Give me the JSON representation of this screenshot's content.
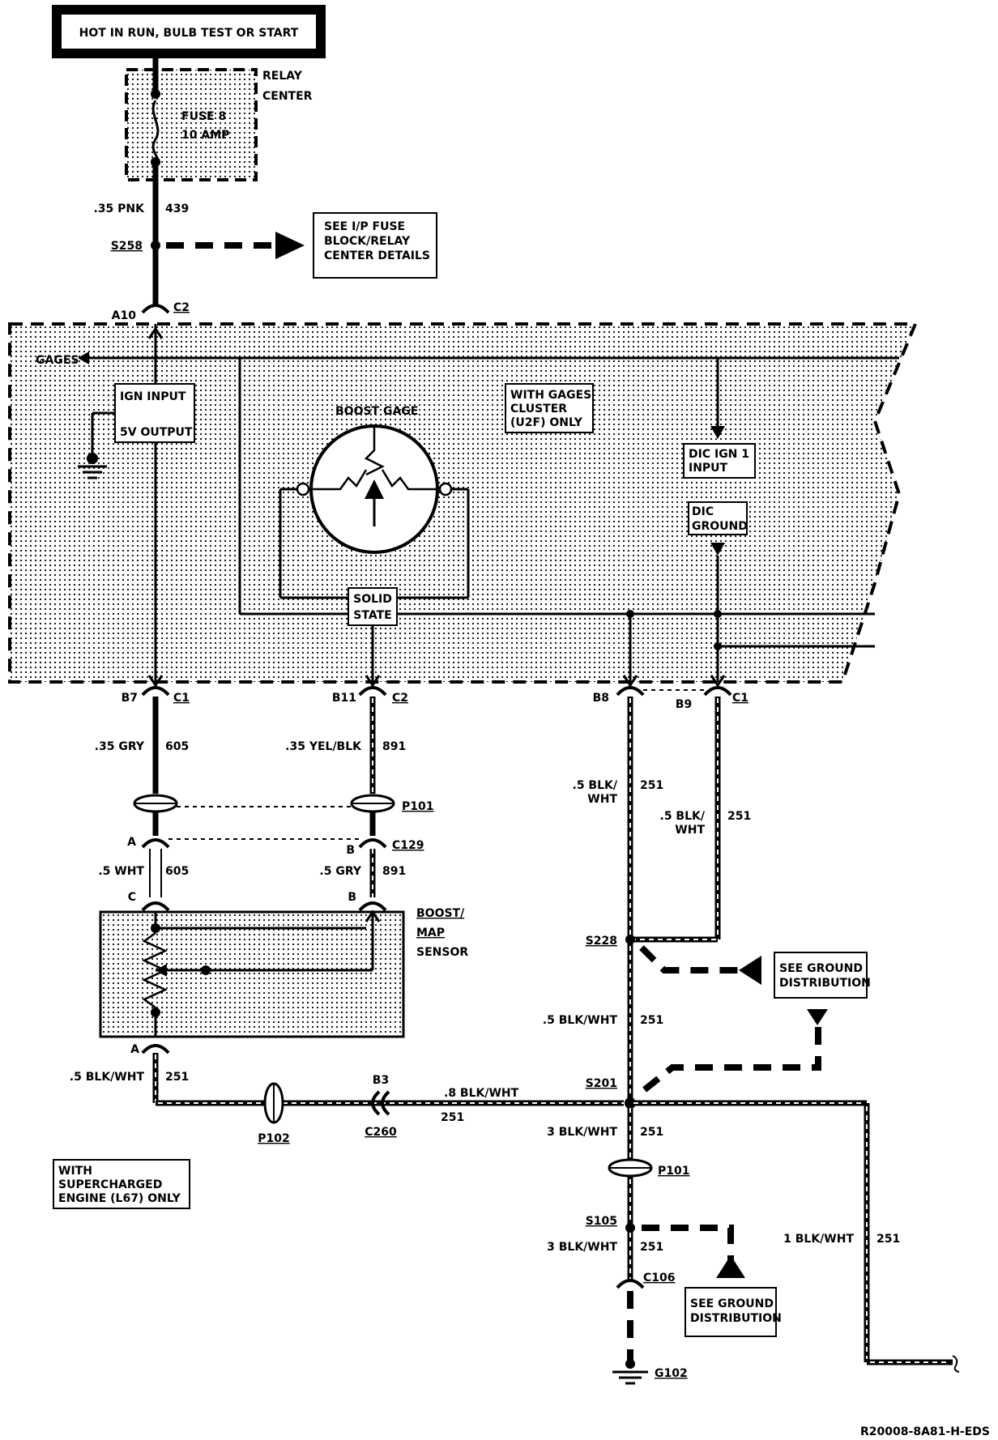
{
  "header": {
    "power_label": "HOT IN RUN, BULB TEST OR START"
  },
  "relay_center": {
    "label_line1": "RELAY",
    "label_line2": "CENTER",
    "fuse_line1": "FUSE 8",
    "fuse_line2": "10 AMP"
  },
  "wires": {
    "w439_gauge": ".35 PNK",
    "w439_circuit": "439",
    "w605_upper_gauge": ".35 GRY",
    "w605_upper_circuit": "605",
    "w891_upper_gauge": ".35 YEL/BLK",
    "w891_upper_circuit": "891",
    "w605_lower_gauge": ".5 WHT",
    "w605_lower_circuit": "605",
    "w891_lower_gauge": ".5 GRY",
    "w891_lower_circuit": "891",
    "w251_b8_gauge_1": ".5 BLK/",
    "w251_b8_gauge_2": "WHT",
    "w251_b8_circuit": "251",
    "w251_b9_gauge_1": ".5 BLK/",
    "w251_b9_gauge_2": "WHT",
    "w251_b9_circuit": "251",
    "w251_mid_gauge": ".5 BLK/WHT",
    "w251_mid_circuit": "251",
    "w251_sensor_gauge": ".5 BLK/WHT",
    "w251_sensor_circuit": "251",
    "w251_c260_gauge": ".8 BLK/WHT",
    "w251_c260_circuit": "251",
    "w251_lower_gauge": "3 BLK/WHT",
    "w251_lower_circuit": "251",
    "w251_ground_gauge": "3 BLK/WHT",
    "w251_ground_circuit": "251",
    "w251_right_gauge": "1 BLK/WHT",
    "w251_right_circuit": "251"
  },
  "splices": {
    "s258": "S258",
    "s228": "S228",
    "s201": "S201",
    "s105": "S105",
    "g102": "G102"
  },
  "references": {
    "fuse_block_line1": "SEE I/P FUSE",
    "fuse_block_line2": "BLOCK/RELAY",
    "fuse_block_line3": "CENTER DETAILS",
    "ground_dist_1_line1": "SEE GROUND",
    "ground_dist_1_line2": "DISTRIBUTION",
    "ground_dist_2_line1": "SEE GROUND",
    "ground_dist_2_line2": "DISTRIBUTION"
  },
  "cluster": {
    "gages": "GAGES",
    "ign_input": "IGN INPUT",
    "v5_output": "5V OUTPUT",
    "boost_gage": "BOOST GAGE",
    "note_line1": "WITH GAGES",
    "note_line2": "CLUSTER",
    "note_line3": "(U2F) ONLY",
    "dic_ign_line1": "DIC IGN 1",
    "dic_ign_line2": "INPUT",
    "dic_gnd_line1": "DIC",
    "dic_gnd_line2": "GROUND",
    "solid_line1": "SOLID",
    "solid_line2": "STATE"
  },
  "connectors": {
    "a10": "A10",
    "c2_top": "C2",
    "b7": "B7",
    "c1_left": "C1",
    "b11": "B11",
    "c2_mid": "C2",
    "b8": "B8",
    "b9": "B9",
    "c1_right": "C1",
    "p101_top": "P101",
    "a_c129": "A",
    "b_c129": "B",
    "c129": "C129",
    "c_sensor": "C",
    "b_sensor": "B",
    "a_sensor": "A",
    "p102": "P102",
    "b3": "B3",
    "c260": "C260",
    "p101_bottom": "P101",
    "c106": "C106"
  },
  "sensor": {
    "label_line1": "BOOST/",
    "label_line2": "MAP",
    "label_line3": "SENSOR"
  },
  "notes": {
    "supercharged_line1": "WITH",
    "supercharged_line2": "SUPERCHARGED",
    "supercharged_line3": "ENGINE (L67) ONLY"
  },
  "footer": {
    "drawing_id": "R20008-8A81-H-EDS"
  }
}
